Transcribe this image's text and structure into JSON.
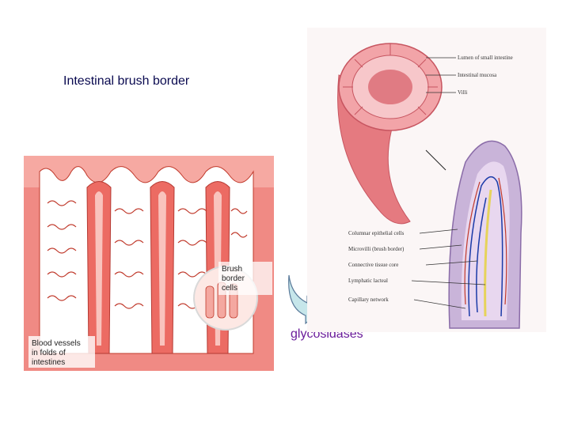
{
  "title": "Intestinal brush border",
  "caption": "glycosidases",
  "left_figure": {
    "label_brush_border": [
      "Brush",
      "border",
      "cells"
    ],
    "label_blood_vessels": [
      "Blood vessels",
      "in folds of",
      "intestines"
    ]
  },
  "right_figure": {
    "top_labels": [
      "Lumen of small intestine",
      "Intestinal mucosa",
      "Villi"
    ],
    "side_labels": [
      "Columnar epithelial cells",
      "Microvilli (brush border)",
      "Connective tissue core",
      "Lymphatic lacteal",
      "Capillary network"
    ]
  },
  "colors": {
    "title": "#0a0a50",
    "caption": "#6a1b9a",
    "arrow": "#c6e6ea"
  }
}
